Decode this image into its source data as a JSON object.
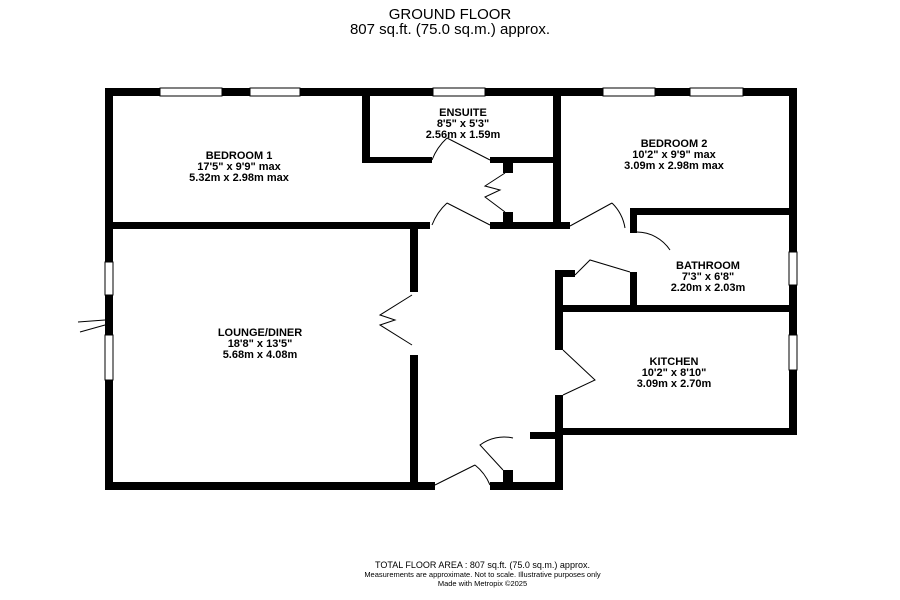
{
  "header": {
    "title": "GROUND FLOOR",
    "subtitle": "807 sq.ft. (75.0 sq.m.) approx."
  },
  "rooms": [
    {
      "name": "BEDROOM 1",
      "imperial": "17'5\"  x 9'9\" max",
      "metric": "5.32m  x 2.98m max"
    },
    {
      "name": "ENSUITE",
      "imperial": "8'5\"  x 5'3\"",
      "metric": "2.56m  x 1.59m"
    },
    {
      "name": "BEDROOM 2",
      "imperial": "10'2\"  x 9'9\" max",
      "metric": "3.09m  x 2.98m max"
    },
    {
      "name": "BATHROOM",
      "imperial": "7'3\"  x 6'8\"",
      "metric": "2.20m  x 2.03m"
    },
    {
      "name": "LOUNGE/DINER",
      "imperial": "18'8\"  x 13'5\"",
      "metric": "5.68m  x 4.08m"
    },
    {
      "name": "KITCHEN",
      "imperial": "10'2\"  x 8'10\"",
      "metric": "3.09m  x 2.70m"
    }
  ],
  "footer": {
    "total": "TOTAL FLOOR AREA : 807 sq.ft. (75.0 sq.m.) approx.",
    "disclaimer": "Measurements are approximate.  Not to scale.  Illustrative purposes only",
    "credit": "Made with Metropix ©2025"
  }
}
